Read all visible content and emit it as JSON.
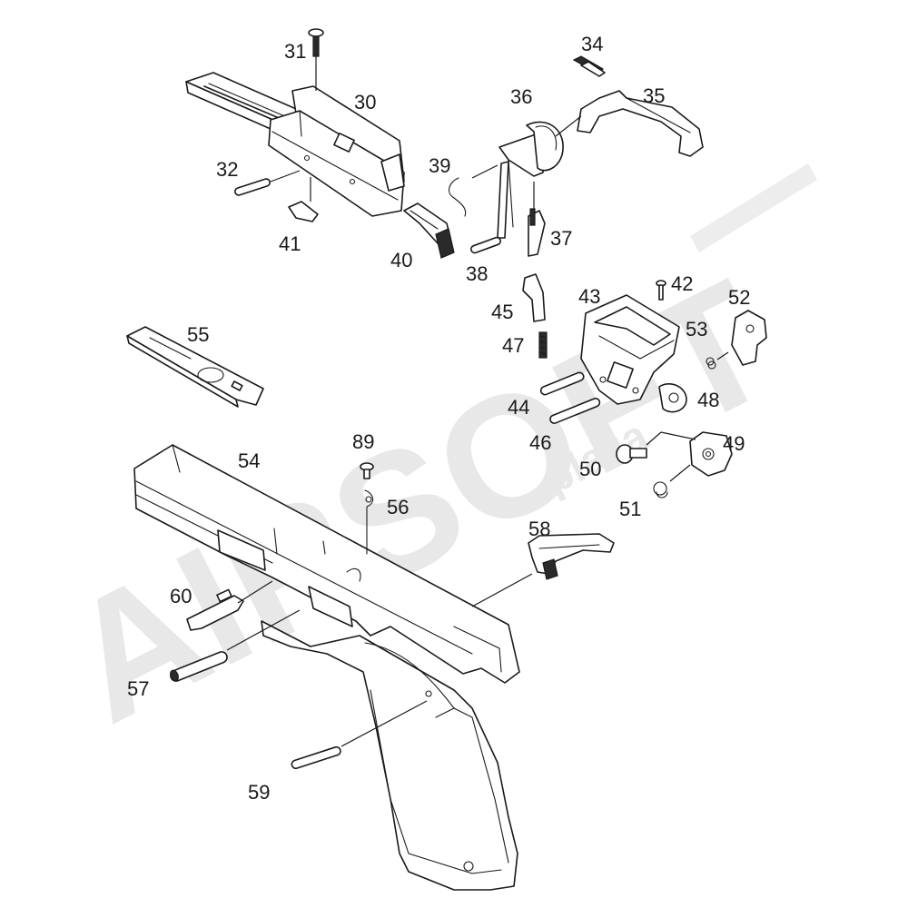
{
  "watermark": {
    "main_text": "AIRSOFT",
    "sub_text": "plaza",
    "color": "#e6e6e6"
  },
  "callouts": [
    {
      "id": "31",
      "label": "31"
    },
    {
      "id": "30",
      "label": "30"
    },
    {
      "id": "32",
      "label": "32"
    },
    {
      "id": "41",
      "label": "41"
    },
    {
      "id": "40",
      "label": "40"
    },
    {
      "id": "39",
      "label": "39"
    },
    {
      "id": "38",
      "label": "38"
    },
    {
      "id": "37",
      "label": "37"
    },
    {
      "id": "36",
      "label": "36"
    },
    {
      "id": "34",
      "label": "34"
    },
    {
      "id": "35",
      "label": "35"
    },
    {
      "id": "45",
      "label": "45"
    },
    {
      "id": "43",
      "label": "43"
    },
    {
      "id": "42",
      "label": "42"
    },
    {
      "id": "52",
      "label": "52"
    },
    {
      "id": "53",
      "label": "53"
    },
    {
      "id": "47",
      "label": "47"
    },
    {
      "id": "44",
      "label": "44"
    },
    {
      "id": "48",
      "label": "48"
    },
    {
      "id": "46",
      "label": "46"
    },
    {
      "id": "49",
      "label": "49"
    },
    {
      "id": "50",
      "label": "50"
    },
    {
      "id": "51",
      "label": "51"
    },
    {
      "id": "55",
      "label": "55"
    },
    {
      "id": "54",
      "label": "54"
    },
    {
      "id": "89",
      "label": "89"
    },
    {
      "id": "56",
      "label": "56"
    },
    {
      "id": "58",
      "label": "58"
    },
    {
      "id": "60",
      "label": "60"
    },
    {
      "id": "57",
      "label": "57"
    },
    {
      "id": "59",
      "label": "59"
    }
  ]
}
